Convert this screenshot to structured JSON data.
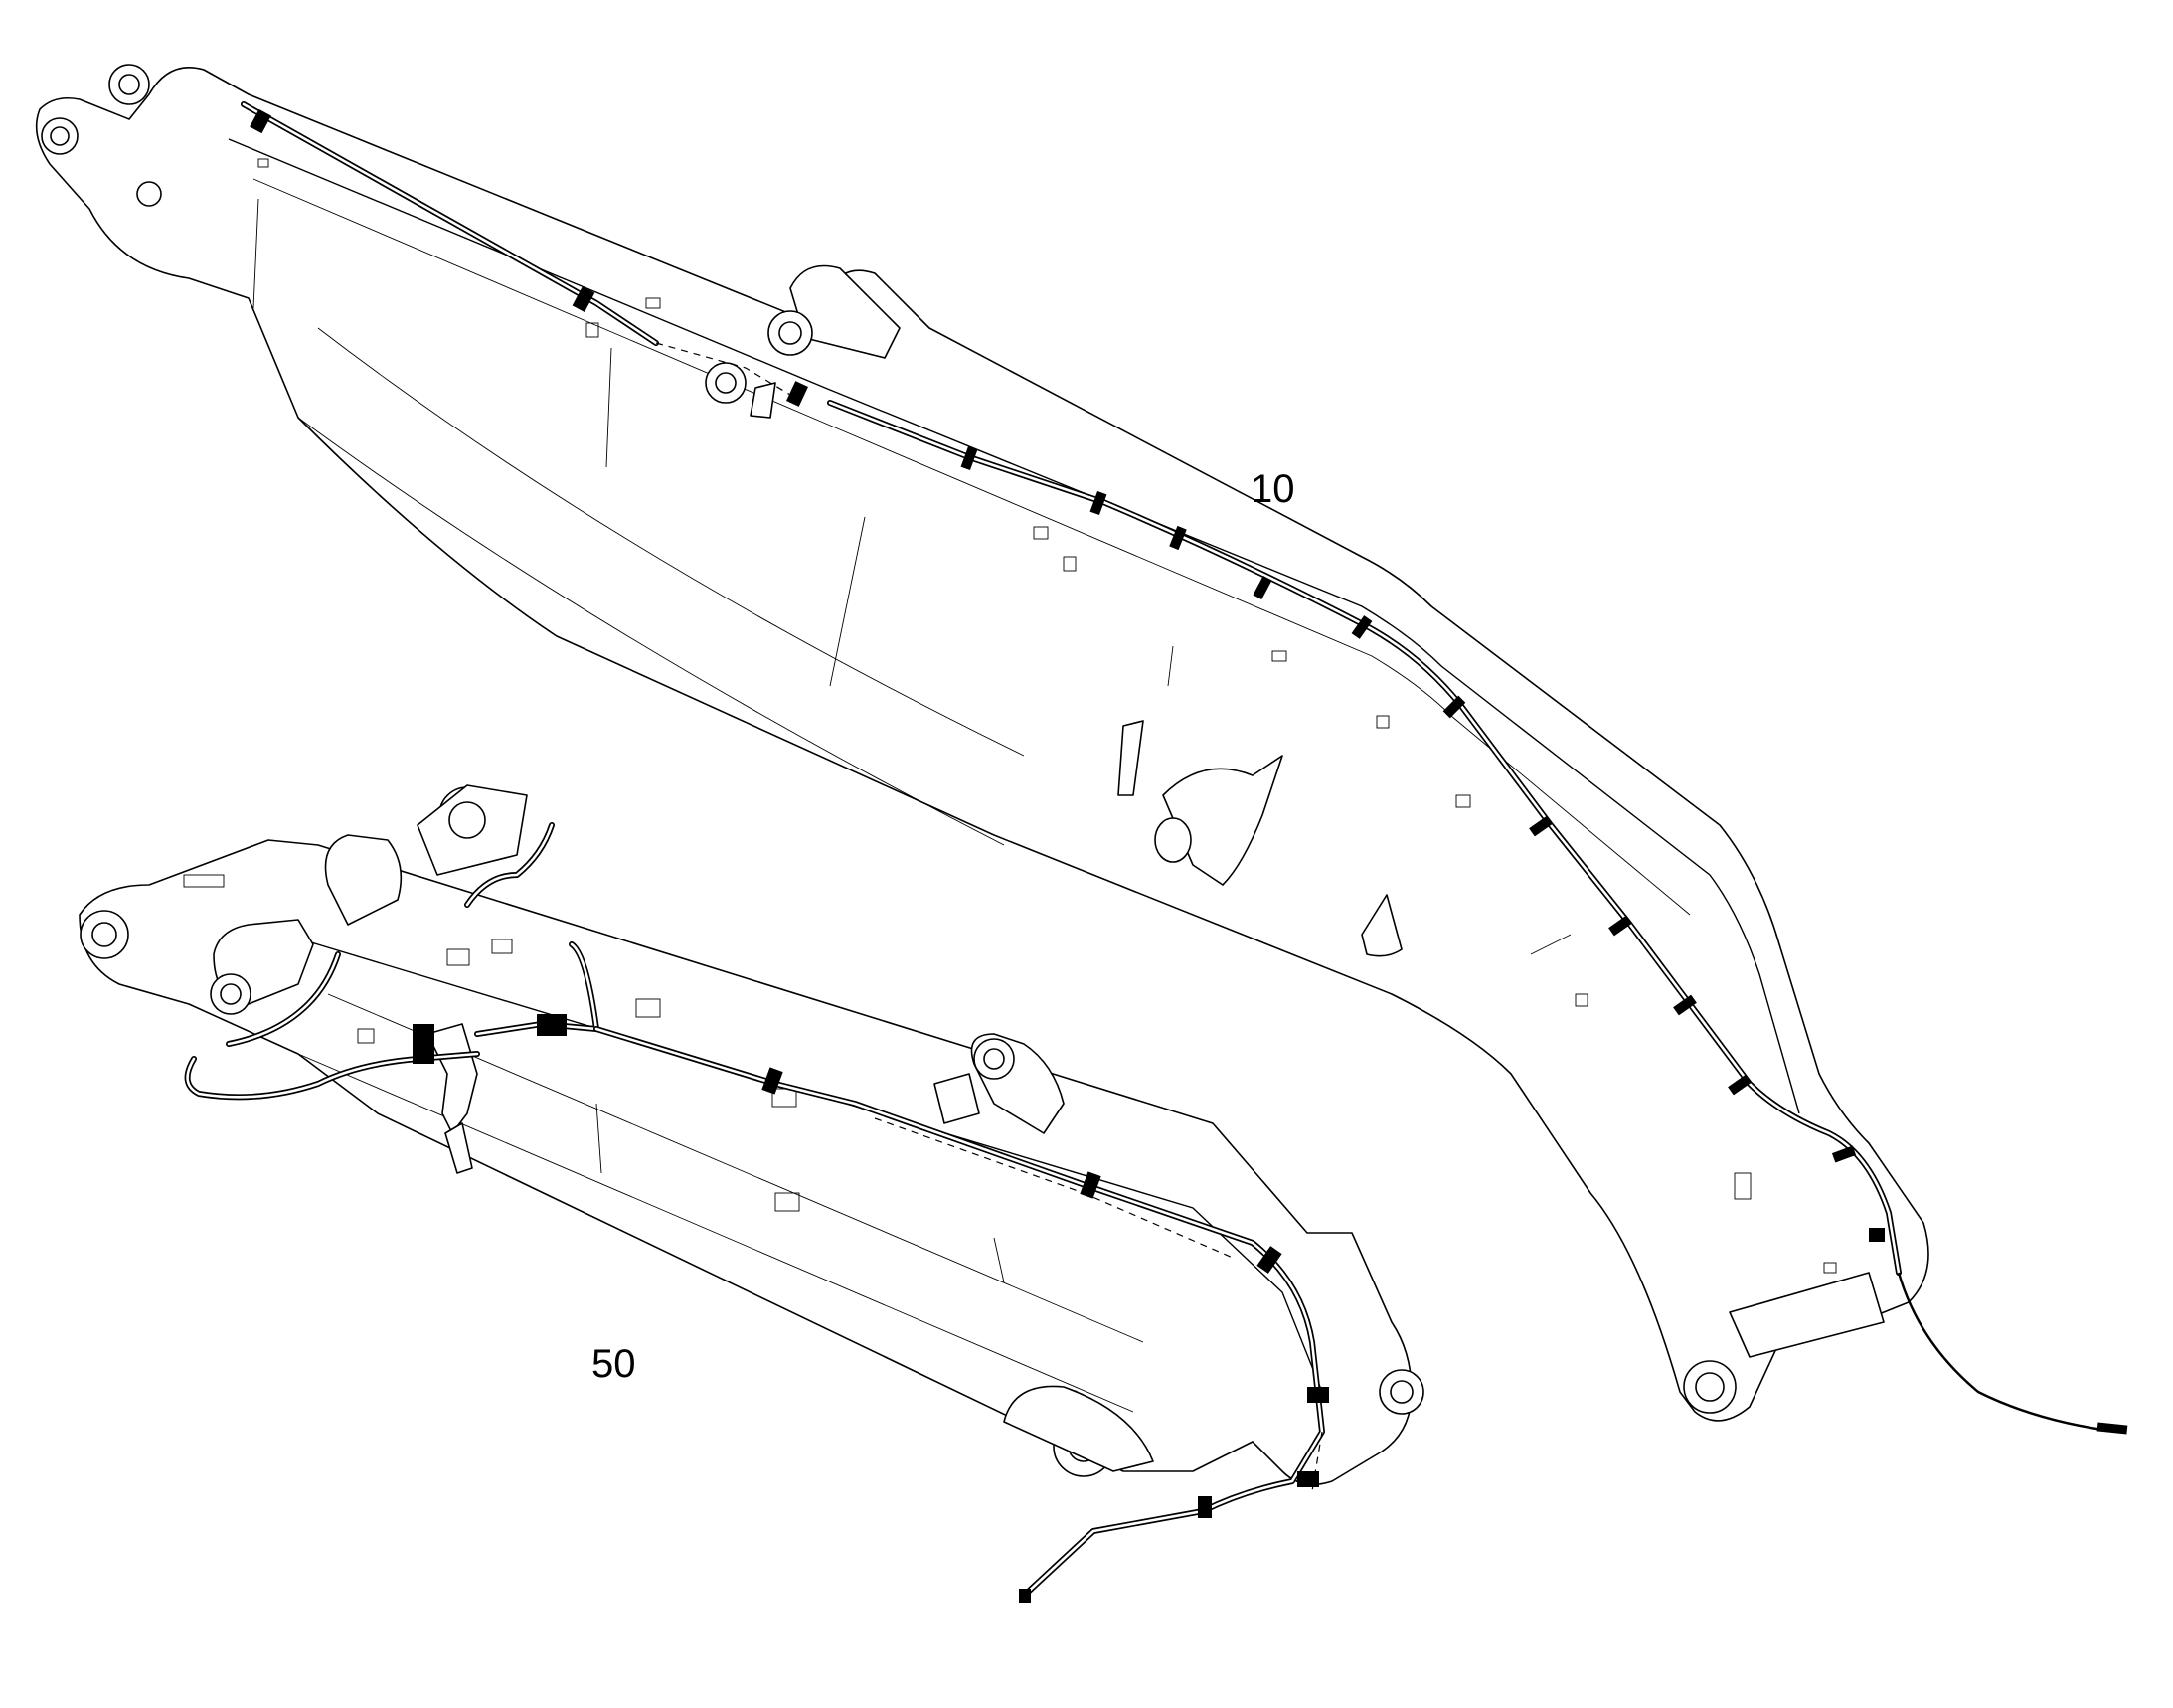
{
  "callouts": {
    "boom": "10",
    "arm": "50"
  },
  "colors": {
    "line": "#000000",
    "background": "#ffffff"
  },
  "icons": {
    "boom": "excavator-boom-drawing",
    "arm": "excavator-arm-drawing",
    "hose": "hydraulic-hose-line"
  }
}
